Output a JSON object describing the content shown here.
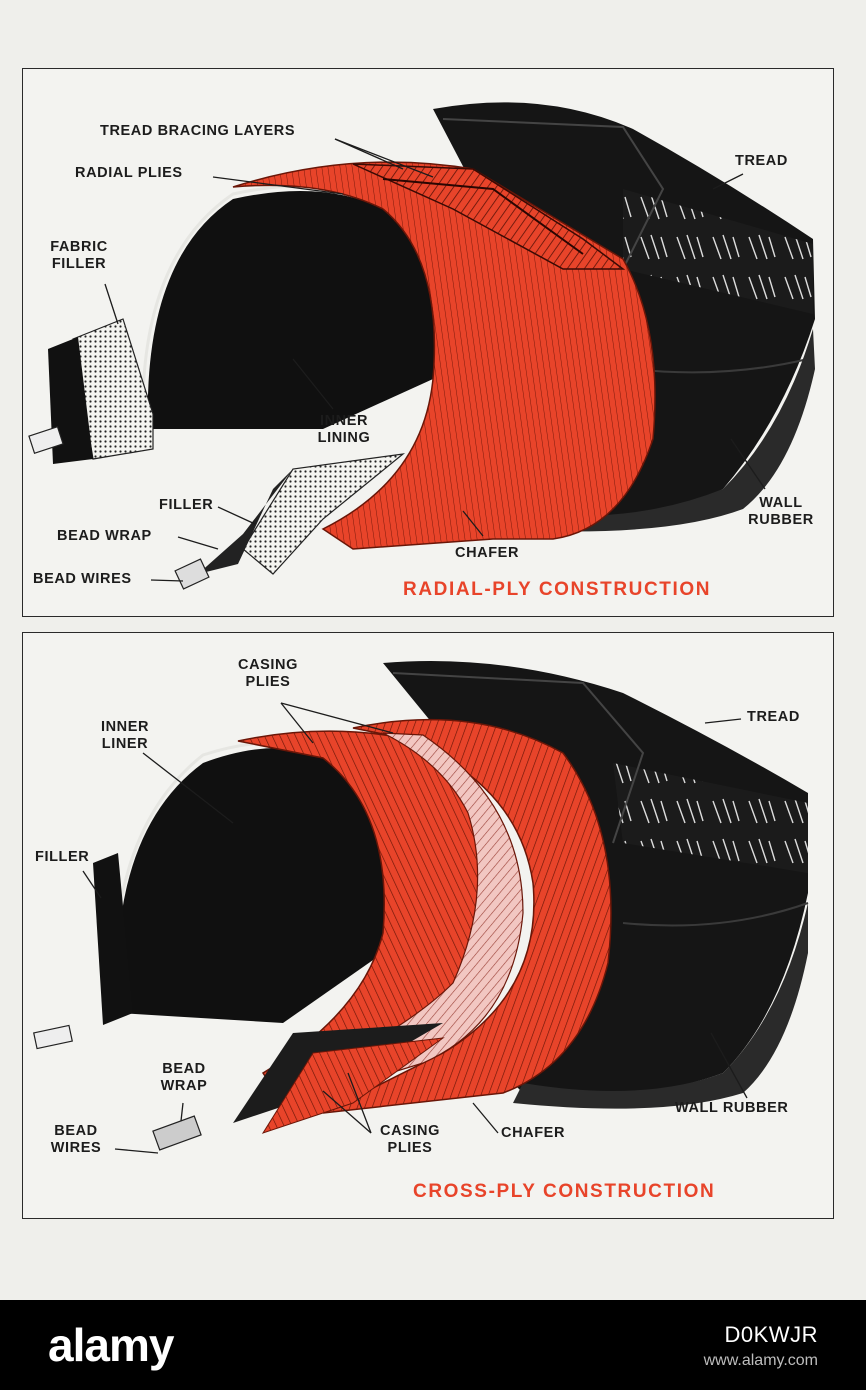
{
  "colors": {
    "ply_red": "#e8442a",
    "rubber_black": "#151515",
    "ply_pink": "#f2c7c2",
    "caption_red": "#e8442a",
    "label_ink": "#1c1c1c"
  },
  "radial": {
    "caption": "RADIAL-PLY CONSTRUCTION",
    "labels": {
      "tread_bracing_layers": "TREAD BRACING LAYERS",
      "radial_plies": "RADIAL PLIES",
      "tread": "TREAD",
      "fabric_filler_line1": "FABRIC",
      "fabric_filler_line2": "FILLER",
      "inner_lining_line1": "INNER",
      "inner_lining_line2": "LINING",
      "filler": "FILLER",
      "bead_wrap": "BEAD WRAP",
      "bead_wires": "BEAD WIRES",
      "chafer": "CHAFER",
      "wall_rubber_line1": "WALL",
      "wall_rubber_line2": "RUBBER"
    }
  },
  "cross": {
    "caption": "CROSS-PLY CONSTRUCTION",
    "labels": {
      "casing_plies_top_line1": "CASING",
      "casing_plies_top_line2": "PLIES",
      "tread": "TREAD",
      "inner_liner_line1": "INNER",
      "inner_liner_line2": "LINER",
      "filler": "FILLER",
      "bead_wrap_line1": "BEAD",
      "bead_wrap_line2": "WRAP",
      "bead_wires_line1": "BEAD",
      "bead_wires_line2": "WIRES",
      "casing_plies_bottom_line1": "CASING",
      "casing_plies_bottom_line2": "PLIES",
      "chafer": "CHAFER",
      "wall_rubber": "WALL RUBBER"
    }
  },
  "footer": {
    "logo": "alamy",
    "image_id": "D0KWJR",
    "url": "www.alamy.com"
  }
}
